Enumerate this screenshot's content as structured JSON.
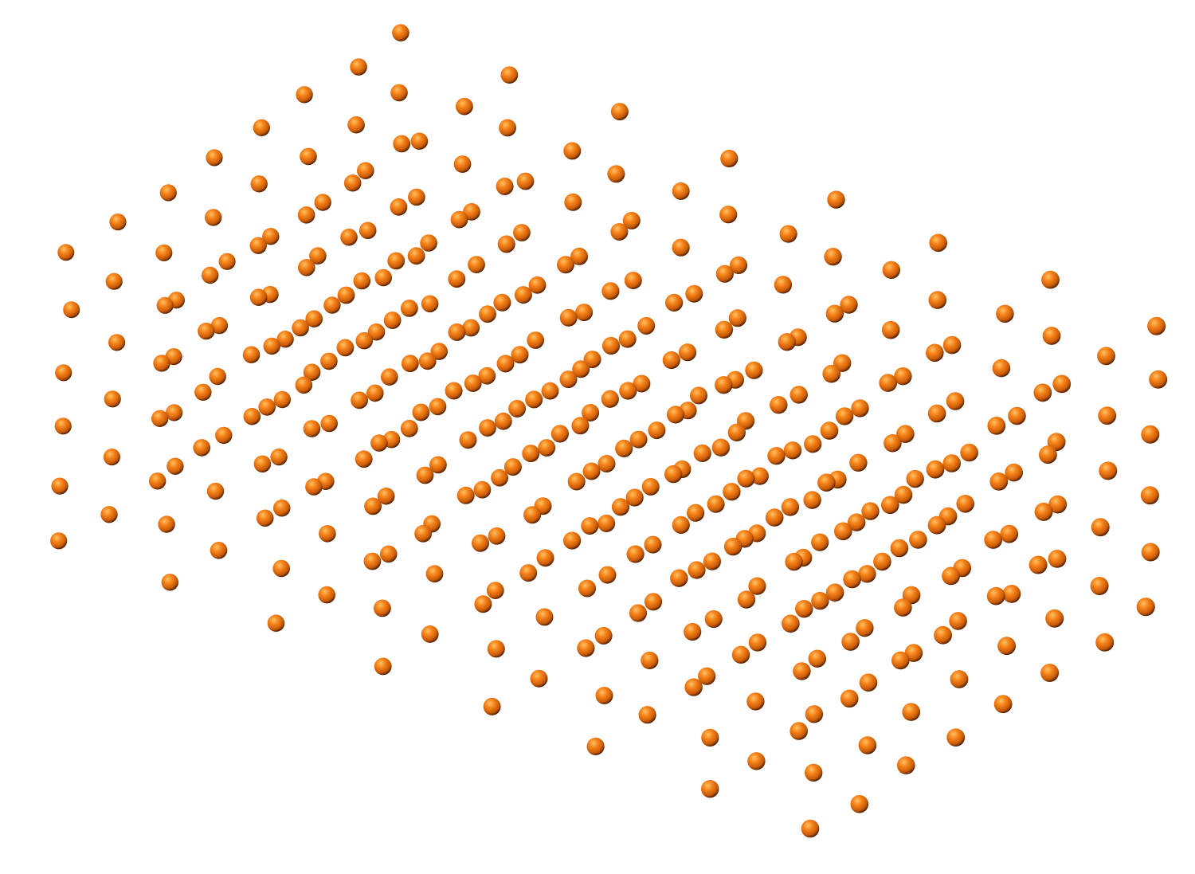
{
  "scene": {
    "kind": "3d-sphere-lattice",
    "description_note": "",
    "lattice": {
      "nx": 8,
      "ny": 8,
      "nz": 6
    },
    "colors": {
      "background": "#ffffff",
      "sphere_highlight": "#ffb347",
      "sphere_base": "#f07010",
      "sphere_shadow": "#3a1500"
    }
  }
}
